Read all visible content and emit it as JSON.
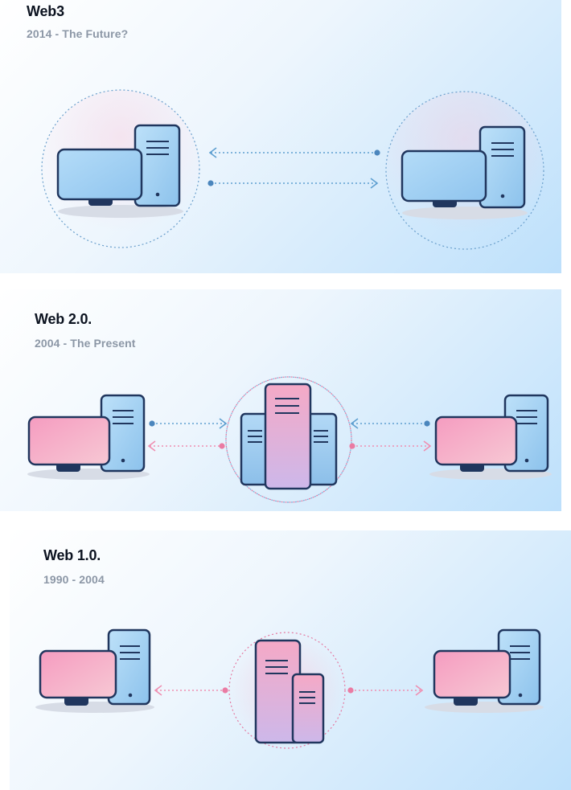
{
  "colors": {
    "panel_light": "#eef6fd",
    "panel_dark": "#bfe0fb",
    "blue_fill": "#9ecdf1",
    "pink_fill": "#f4a3c4",
    "outline": "#20365e",
    "blue_arrow": "#5e9fd0",
    "pink_arrow": "#ef8fb1"
  },
  "sections": {
    "web3": {
      "title": "Web3",
      "subtitle": "2014 - The Future?"
    },
    "web2": {
      "title": "Web 2.0.",
      "subtitle": "2004 - The Present"
    },
    "web1": {
      "title": "Web 1.0.",
      "subtitle": "1990 - 2004"
    }
  }
}
